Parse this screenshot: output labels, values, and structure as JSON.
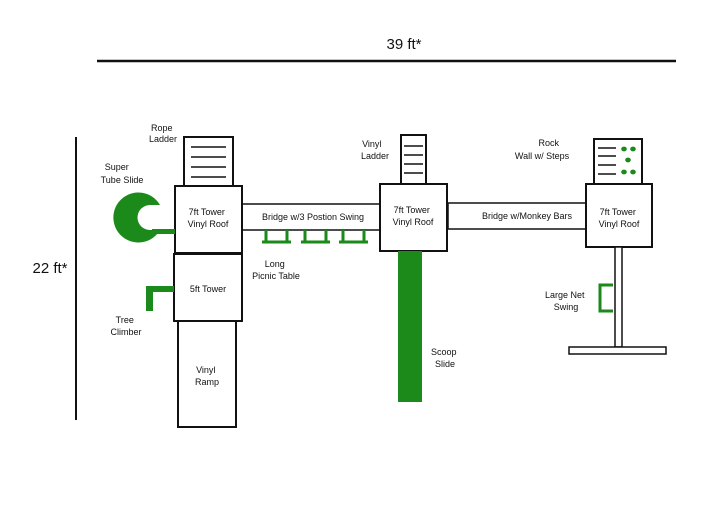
{
  "dimensions": {
    "width_label": "39 ft*",
    "height_label": "22 ft*"
  },
  "colors": {
    "green": "#1b8a1b",
    "outline": "#111111"
  },
  "towers": {
    "left_top": {
      "line1": "7ft Tower",
      "line2": "Vinyl Roof"
    },
    "left_bottom": {
      "line1": "5ft Tower"
    },
    "middle": {
      "line1": "7ft Tower",
      "line2": "Vinyl Roof"
    },
    "right": {
      "line1": "7ft Tower",
      "line2": "Vinyl Roof"
    }
  },
  "bridges": {
    "swing": "Bridge w/3 Postion Swing",
    "monkey": "Bridge w/Monkey Bars"
  },
  "ramp": {
    "line1": "Vinyl",
    "line2": "Ramp"
  },
  "labels": {
    "rope_ladder": [
      "Rope",
      "Ladder"
    ],
    "super_tube_slide": [
      "Super",
      "Tube Slide"
    ],
    "tree_climber": [
      "Tree",
      "Climber"
    ],
    "long_picnic_table": [
      "Long",
      "Picnic Table"
    ],
    "vinyl_ladder": [
      "Vinyl",
      "Ladder"
    ],
    "scoop_slide": [
      "Scoop",
      "Slide"
    ],
    "rock_wall": [
      "Rock",
      "Wall w/ Steps"
    ],
    "large_net_swing": [
      "Large Net",
      "Swing"
    ]
  }
}
